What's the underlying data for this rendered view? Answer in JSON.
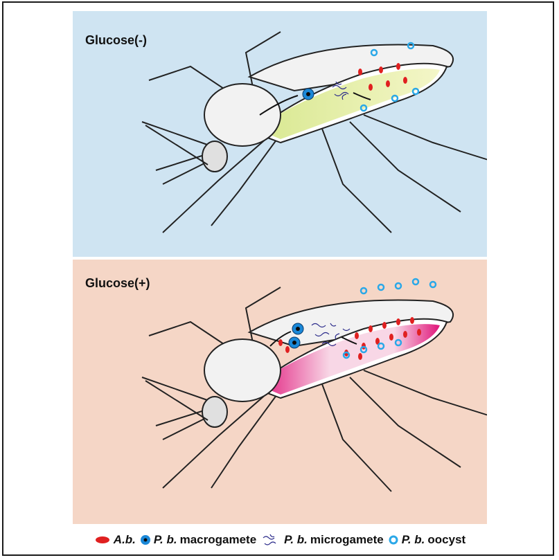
{
  "panels": {
    "top": {
      "label": "Glucose(-)"
    },
    "bottom": {
      "label": "Glucose(+)"
    }
  },
  "colors": {
    "top_background": "#cfe4f2",
    "bottom_background": "#f5d6c6",
    "gut_top": "#e8f0a0",
    "gut_bottom": "#e0157a",
    "bacteria": "#e02020",
    "macrogamete": "#1a88d8",
    "oocyst": "#2aa8e8",
    "microgamete": "#2a2a8a"
  },
  "legend": {
    "bacteria_label": "A.b.",
    "macrogamete_species": "P. b.",
    "macrogamete_label": "macrogamete",
    "microgamete_species": "P. b.",
    "microgamete_label": "microgamete",
    "oocyst_species": "P. b.",
    "oocyst_label": "oocyst"
  }
}
